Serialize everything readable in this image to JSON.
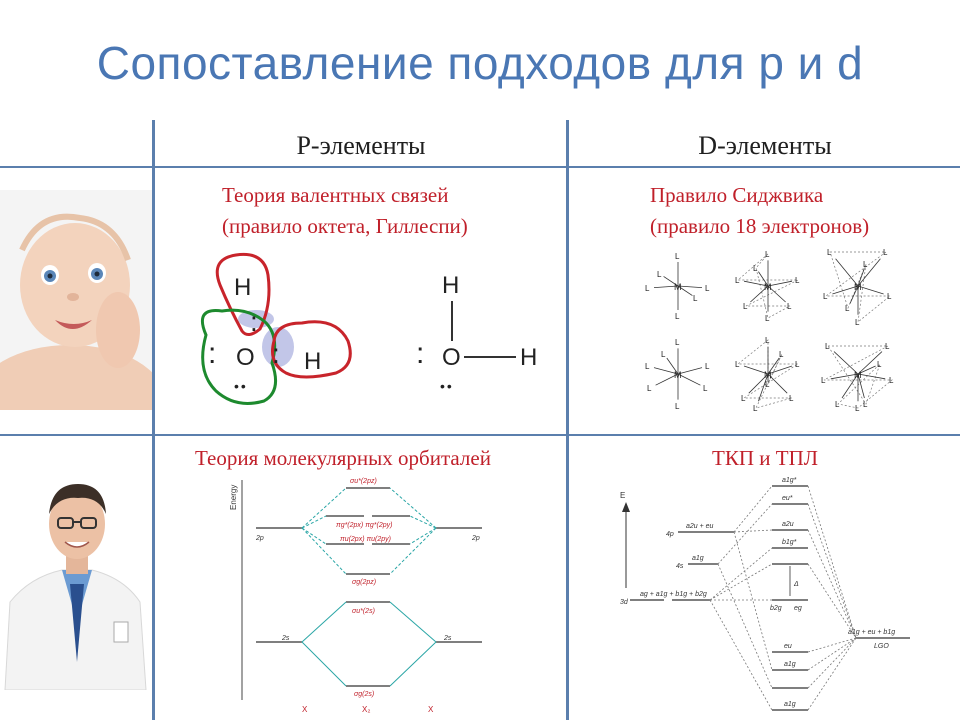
{
  "title": "Сопоставление подходов для p и d",
  "columns": {
    "p": "P-элементы",
    "d": "D-элементы"
  },
  "p_top": {
    "line1": "Теория валентных связей",
    "line2": "(правило октета, Гиллеспи)"
  },
  "d_top": {
    "line1": "Правило Сиджвика",
    "line2": "(правило 18 электронов)"
  },
  "p_bottom": {
    "line1": "Теория молекулярных орбиталей"
  },
  "d_bottom": {
    "line1": "ТКП и ТПЛ"
  },
  "lewis": {
    "h": "H",
    "o": "O",
    "dots_lone": ":",
    "dots_pair": "••"
  },
  "complex": {
    "metal": "M",
    "ligand": "L"
  },
  "mo": {
    "axis": "Energy",
    "levels": {
      "s2p_star": "σu*(2pz)",
      "p2p_star": "πg*(2px)  πg*(2py)",
      "p2p": "πu(2px)  πu(2py)",
      "s2p": "σg(2pz)",
      "s2s_star": "σu*(2s)",
      "s2s": "σg(2s)",
      "ao_2p": "2p",
      "ao_2s": "2s"
    },
    "bottom": {
      "left": "X",
      "mid": "X₂",
      "right": "X"
    }
  },
  "cft": {
    "axis": "E",
    "left": {
      "p4": "4p",
      "s4": "4s",
      "d3": "3d"
    },
    "left_sym": {
      "a": "a2u + eu",
      "b": "a1g",
      "c": "ag + a1g + b1g + b2g"
    },
    "mo": {
      "a1g_star": "a1g*",
      "eu_star": "eu*",
      "a2u": "a2u",
      "b1g": "b1g*",
      "eg": "eg",
      "delta": "Δ",
      "b2g": "b2g",
      "a1g2": "a1g",
      "eu": "eu",
      "a1gb": "a1g"
    },
    "lgo": "LGO",
    "right_sym": "a1g + eu + b1g"
  }
}
